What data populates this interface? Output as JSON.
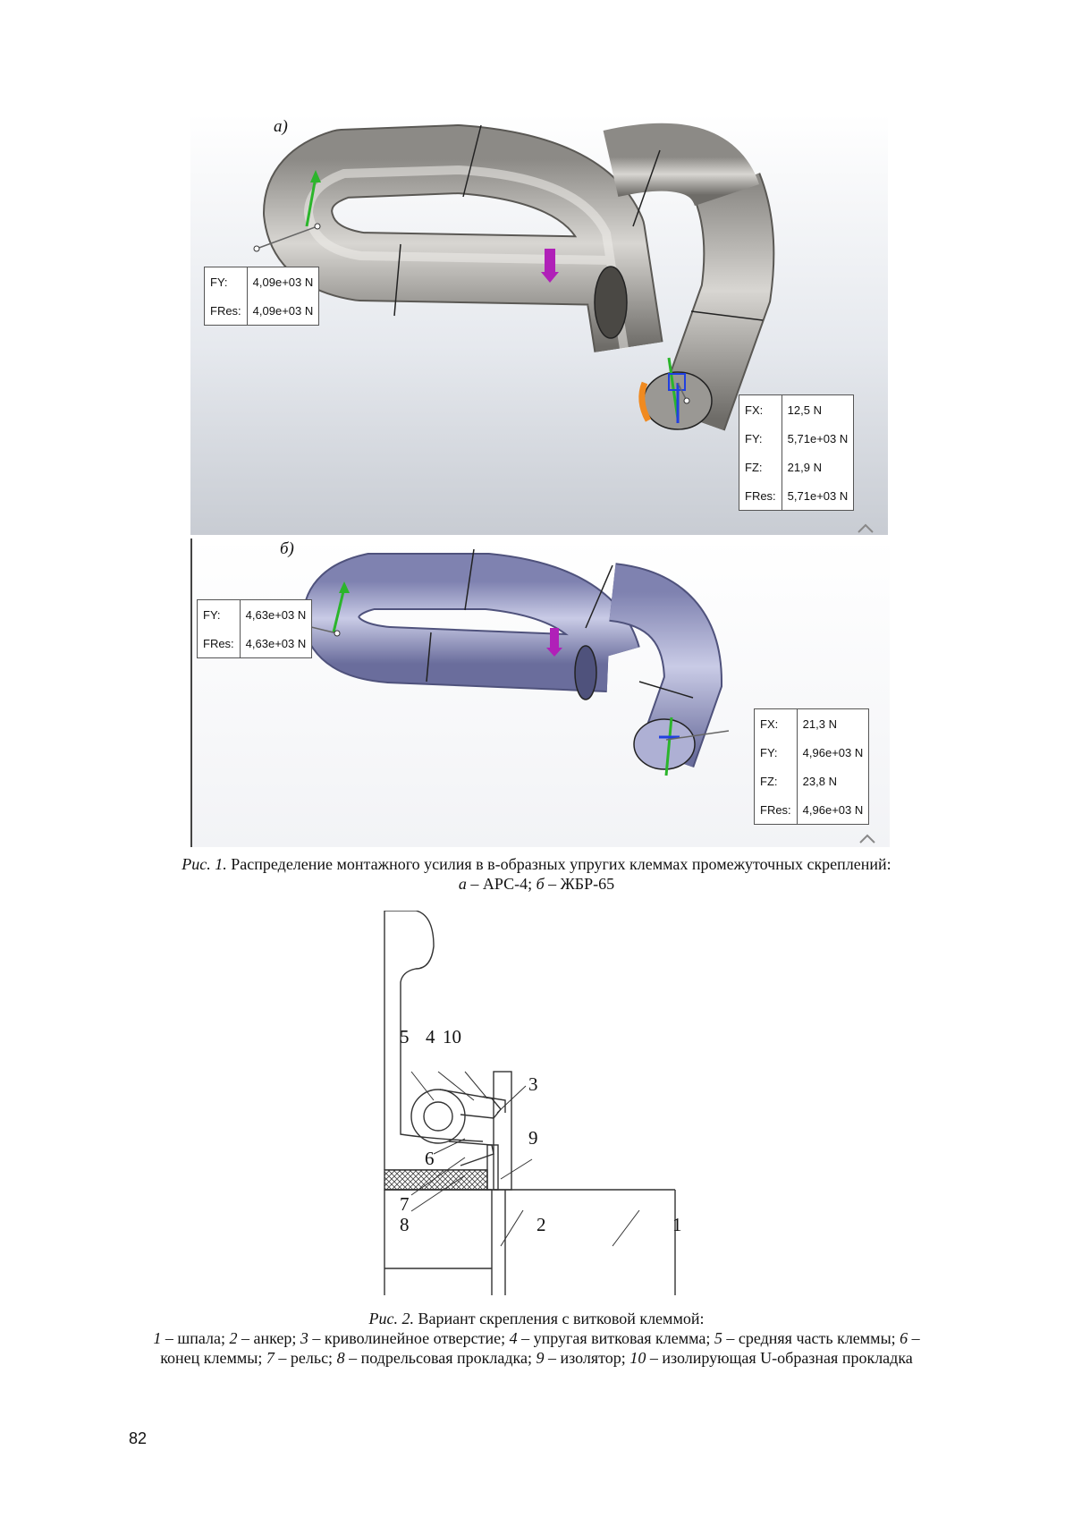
{
  "figure1": {
    "panel_a": {
      "letter": "а)",
      "box_left": [
        {
          "key": "FY:",
          "value": "4,09e+03 N"
        },
        {
          "key": "FRes:",
          "value": "4,09e+03 N"
        }
      ],
      "box_right": [
        {
          "key": "FX:",
          "value": "12,5 N"
        },
        {
          "key": "FY:",
          "value": "5,71e+03 N"
        },
        {
          "key": "FZ:",
          "value": "21,9 N"
        },
        {
          "key": "FRes:",
          "value": "5,71e+03 N"
        }
      ]
    },
    "panel_b": {
      "letter": "б)",
      "box_left": [
        {
          "key": "FY:",
          "value": "4,63e+03 N"
        },
        {
          "key": "FRes:",
          "value": "4,63e+03 N"
        }
      ],
      "box_right": [
        {
          "key": "FX:",
          "value": "21,3 N"
        },
        {
          "key": "FY:",
          "value": "4,96e+03 N"
        },
        {
          "key": "FZ:",
          "value": "23,8 N"
        },
        {
          "key": "FRes:",
          "value": "4,96e+03 N"
        }
      ]
    },
    "caption": {
      "prefix": "Рис. 1.",
      "line1": " Распределение монтажного усилия в в-образных упругих клеммах промежуточных скреплений:",
      "a_letter": "а",
      "a_text": " – АРС-4; ",
      "b_letter": "б",
      "b_text": " – ЖБР-65"
    }
  },
  "figure2": {
    "callouts": {
      "n1": "1",
      "n2": "2",
      "n3": "3",
      "n4": "4",
      "n5": "5",
      "n6": "6",
      "n7": "7",
      "n8": "8",
      "n9": "9",
      "n10": "10"
    },
    "caption": {
      "prefix": "Рис. 2.",
      "title": " Вариант скрепления с витковой клеммой:",
      "items": [
        {
          "n": "1",
          "t": " – шпала; "
        },
        {
          "n": "2",
          "t": " – анкер; "
        },
        {
          "n": "3",
          "t": " – криволинейное отверстие; "
        },
        {
          "n": "4",
          "t": " – упругая витковая клемма; "
        },
        {
          "n": "5",
          "t": " – средняя часть клеммы; "
        },
        {
          "n": "6",
          "t": " – конец клеммы; "
        },
        {
          "n": "7",
          "t": " – рельс; "
        },
        {
          "n": "8",
          "t": " – подрельсовая прокладка; "
        },
        {
          "n": "9",
          "t": " – изолятор; "
        },
        {
          "n": "10",
          "t": " – изолирующая U-образная прокладка"
        }
      ]
    }
  },
  "page_number": "82",
  "colors": {
    "clip_a": "#b8b6b2",
    "clip_b": "#aeb0d4",
    "arrow_green": "#2bb52b",
    "arrow_purple": "#b020b8",
    "arrow_blue": "#2040e0",
    "highlight_orange": "#f08a20"
  }
}
